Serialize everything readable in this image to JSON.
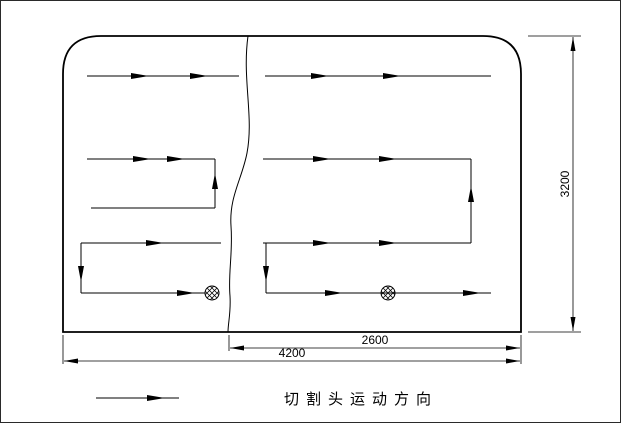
{
  "diagram": {
    "dimension_labels": {
      "height": "3200",
      "inner_width": "2600",
      "outer_width": "4200"
    },
    "legend": {
      "arrow_icon": "arrow-right-icon",
      "label": "切割头运动方向"
    },
    "colors": {
      "line": "#000000",
      "background": "#ffffff"
    }
  }
}
